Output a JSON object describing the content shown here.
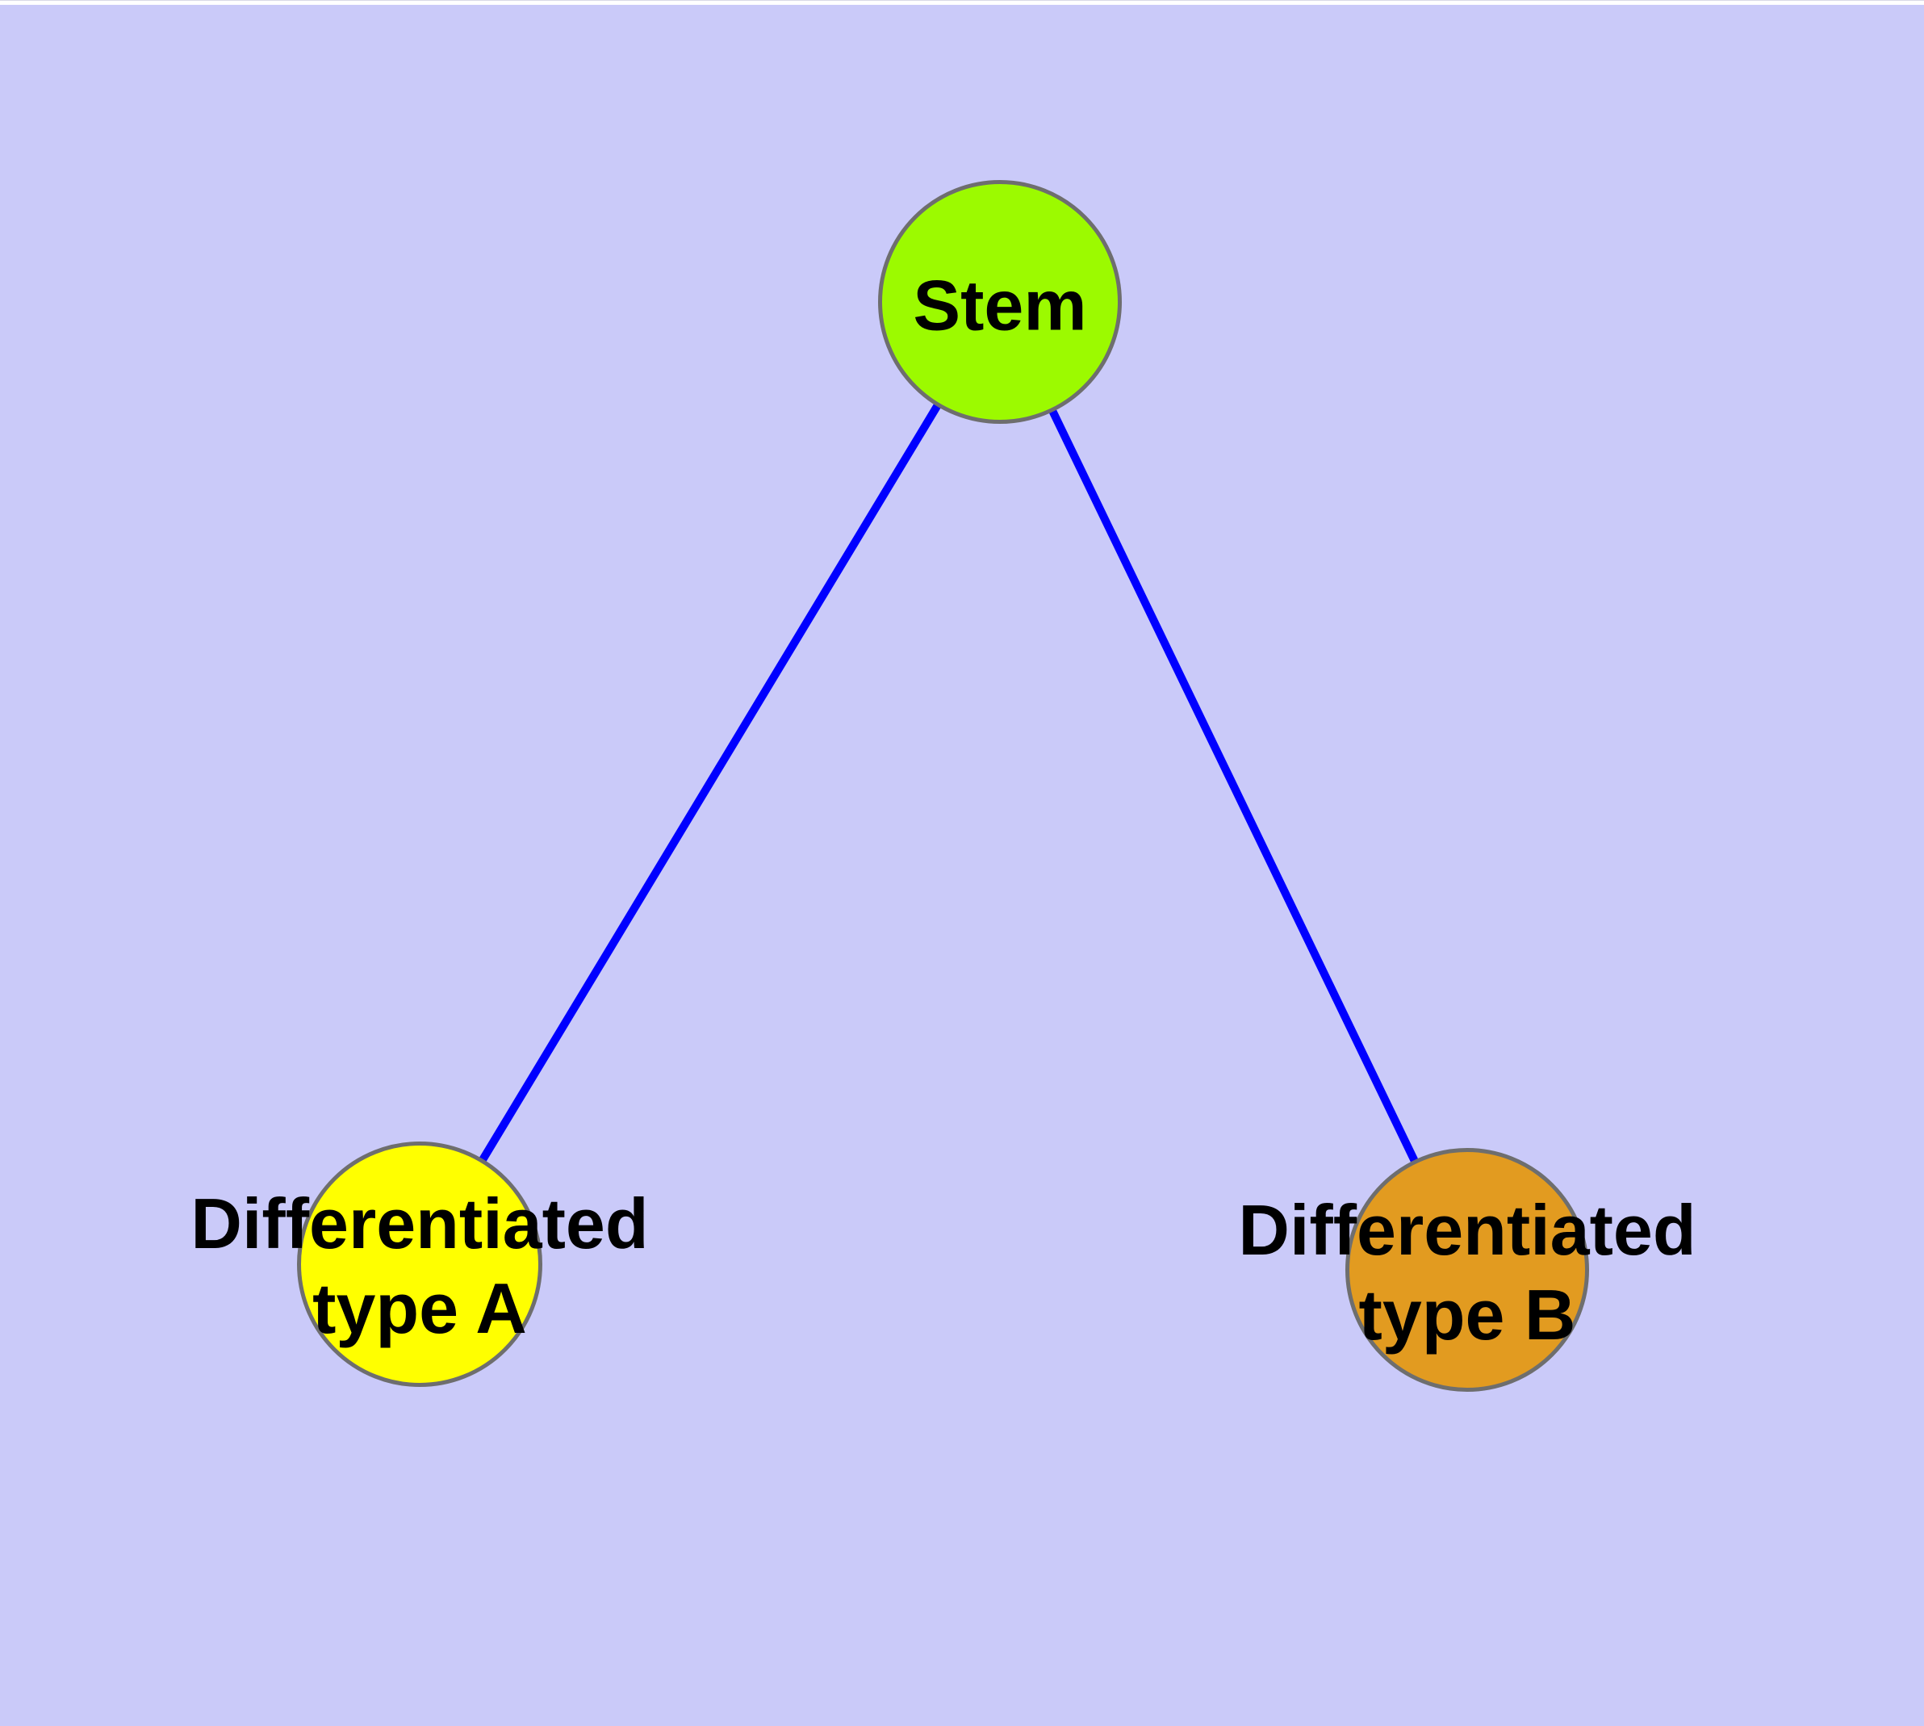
{
  "diagram": {
    "background_color": "#CACAF9",
    "top_strip_color": "#FFFFFF",
    "edge_color": "#0000FF",
    "node_border_color": "#6E6E6E",
    "label_color": "#000000",
    "nodes": {
      "stem": {
        "label": "Stem",
        "fill": "#9CFA00"
      },
      "type_a": {
        "label_line1": "Differentiated",
        "label_line2": "type A",
        "fill": "#FFFF00"
      },
      "type_b": {
        "label_line1": "Differentiated",
        "label_line2": "type B",
        "fill": "#E29B20"
      }
    },
    "edges": [
      {
        "from": "Stem",
        "to": "Differentiated type A"
      },
      {
        "from": "Stem",
        "to": "Differentiated type B"
      }
    ]
  }
}
